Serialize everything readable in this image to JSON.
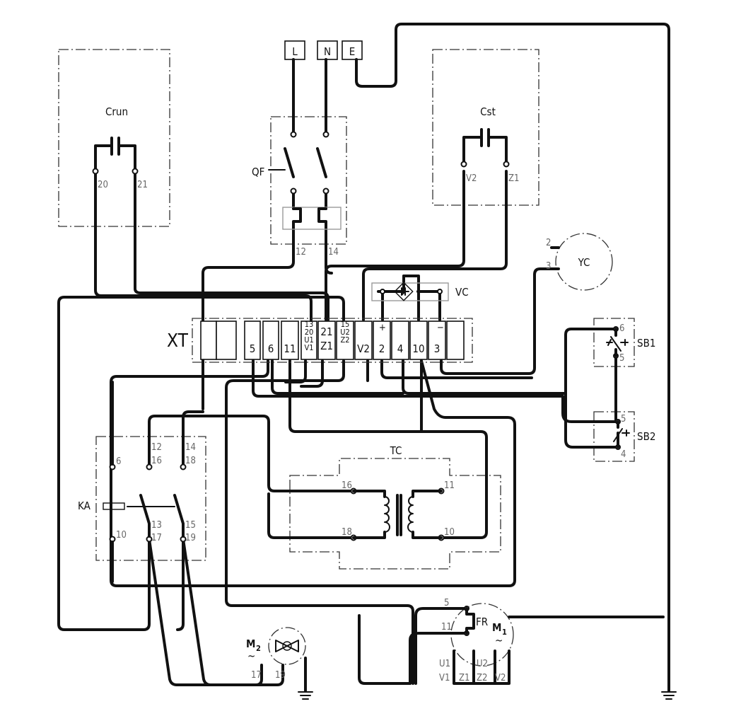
{
  "supply": {
    "l": "L",
    "n": "N",
    "e": "E"
  },
  "crun": {
    "title": "Crun",
    "t1": "20",
    "t2": "21"
  },
  "cst": {
    "title": "Cst",
    "t1": "V2",
    "t2": "Z1"
  },
  "qf": {
    "title": "QF",
    "out1": "12",
    "out2": "14"
  },
  "yc": {
    "title": "YC",
    "p2": "2",
    "p3": "3"
  },
  "vc": {
    "title": "VC",
    "plus": "+",
    "minus": "−"
  },
  "xt": {
    "title": "XT",
    "cells": [
      {
        "lines": [
          ""
        ]
      },
      {
        "lines": [
          ""
        ]
      },
      {
        "lines": [
          "5"
        ]
      },
      {
        "lines": [
          "6"
        ]
      },
      {
        "lines": [
          "11"
        ]
      },
      {
        "lines": [
          "13",
          "20",
          "U1",
          "V1"
        ]
      },
      {
        "lines": [
          "21",
          "Z1"
        ]
      },
      {
        "lines": [
          "15",
          "U2",
          "Z2"
        ]
      },
      {
        "lines": [
          "V2"
        ]
      },
      {
        "lines": [
          "2"
        ]
      },
      {
        "lines": [
          "4"
        ]
      },
      {
        "lines": [
          "10"
        ]
      },
      {
        "lines": [
          "3"
        ]
      },
      {
        "lines": [
          ""
        ]
      }
    ]
  },
  "sb1": {
    "title": "SB1",
    "t1": "6",
    "t2": "5"
  },
  "sb2": {
    "title": "SB2",
    "t1": "5",
    "t2": "4"
  },
  "ka": {
    "title": "KA",
    "c1": "6",
    "c2": "10",
    "a1": "12",
    "a2": "16",
    "a3": "13",
    "a4": "17",
    "b1": "14",
    "b2": "18",
    "b3": "15",
    "b4": "19"
  },
  "tc": {
    "title": "TC",
    "p1": "16",
    "p2": "18",
    "s1": "11",
    "s2": "10"
  },
  "m2": {
    "title": "M",
    "sub": "2",
    "tilde": "~",
    "t1": "17",
    "t2": "19"
  },
  "m1": {
    "title": "M",
    "sub": "1",
    "tilde": "~",
    "fr": "FR",
    "f5": "5",
    "f11": "11",
    "u1": "U1",
    "v1": "V1",
    "z1": "Z1",
    "u2": "U2",
    "z2": "Z2",
    "v2": "V2"
  }
}
